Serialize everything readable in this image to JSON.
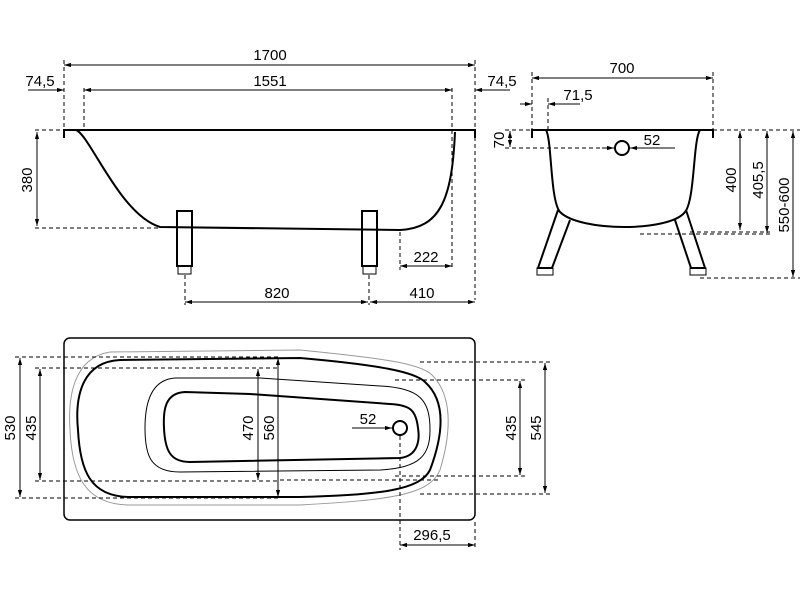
{
  "side_view": {
    "length": "1700",
    "inner_length": "1551",
    "rim_left": "74,5",
    "rim_right": "74,5",
    "depth": "380",
    "drain_offset": "222",
    "leg_spacing": "820",
    "leg_end": "410"
  },
  "end_view": {
    "width": "700",
    "rim": "71,5",
    "overflow_height": "70",
    "overflow_diameter": "52",
    "height": "400",
    "height_drain": "405,5",
    "total_height": "550-600"
  },
  "plan_view": {
    "outer_width": "530",
    "inner_width_left": "435",
    "bottom_width": "470",
    "top_width": "560",
    "drain_diameter": "52",
    "inner_width_right": "435",
    "outer_width_right": "545",
    "drain_offset": "296,5"
  }
}
